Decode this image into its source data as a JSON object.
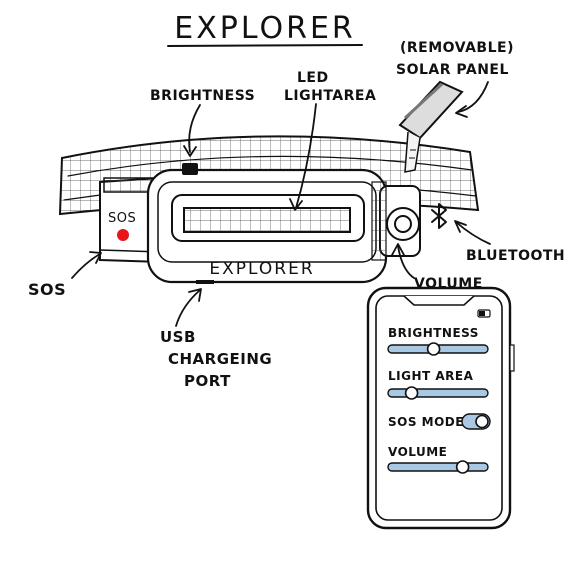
{
  "title": "EXPLORER",
  "labels": {
    "brightness": "BRIGHTNESS",
    "led_line1": "LED",
    "led_line2": "LIGHTAREA",
    "solar_line1": "(REMOVABLE)",
    "solar_line2": "SOLAR PANEL",
    "sos_button_text": "SOS",
    "sos": "SOS",
    "bluetooth": "BLUETOOTH",
    "volume": "VOLUME",
    "usb_line1": "USB",
    "usb_line2": "CHARGEING",
    "usb_line3": "PORT",
    "device_brand": "EXPLORER"
  },
  "phone": {
    "brightness_label": "BRIGHTNESS",
    "brightness_level": 0.45,
    "light_area_label": "LIGHT AREA",
    "light_area_level": 0.2,
    "sos_mode_label": "SOS MODE",
    "sos_mode_on": true,
    "volume_label": "VOLUME",
    "volume_level": 0.78
  },
  "colors": {
    "ink": "#111111",
    "accent_blue": "#a9c8e4",
    "sos_red": "#e8161b"
  }
}
